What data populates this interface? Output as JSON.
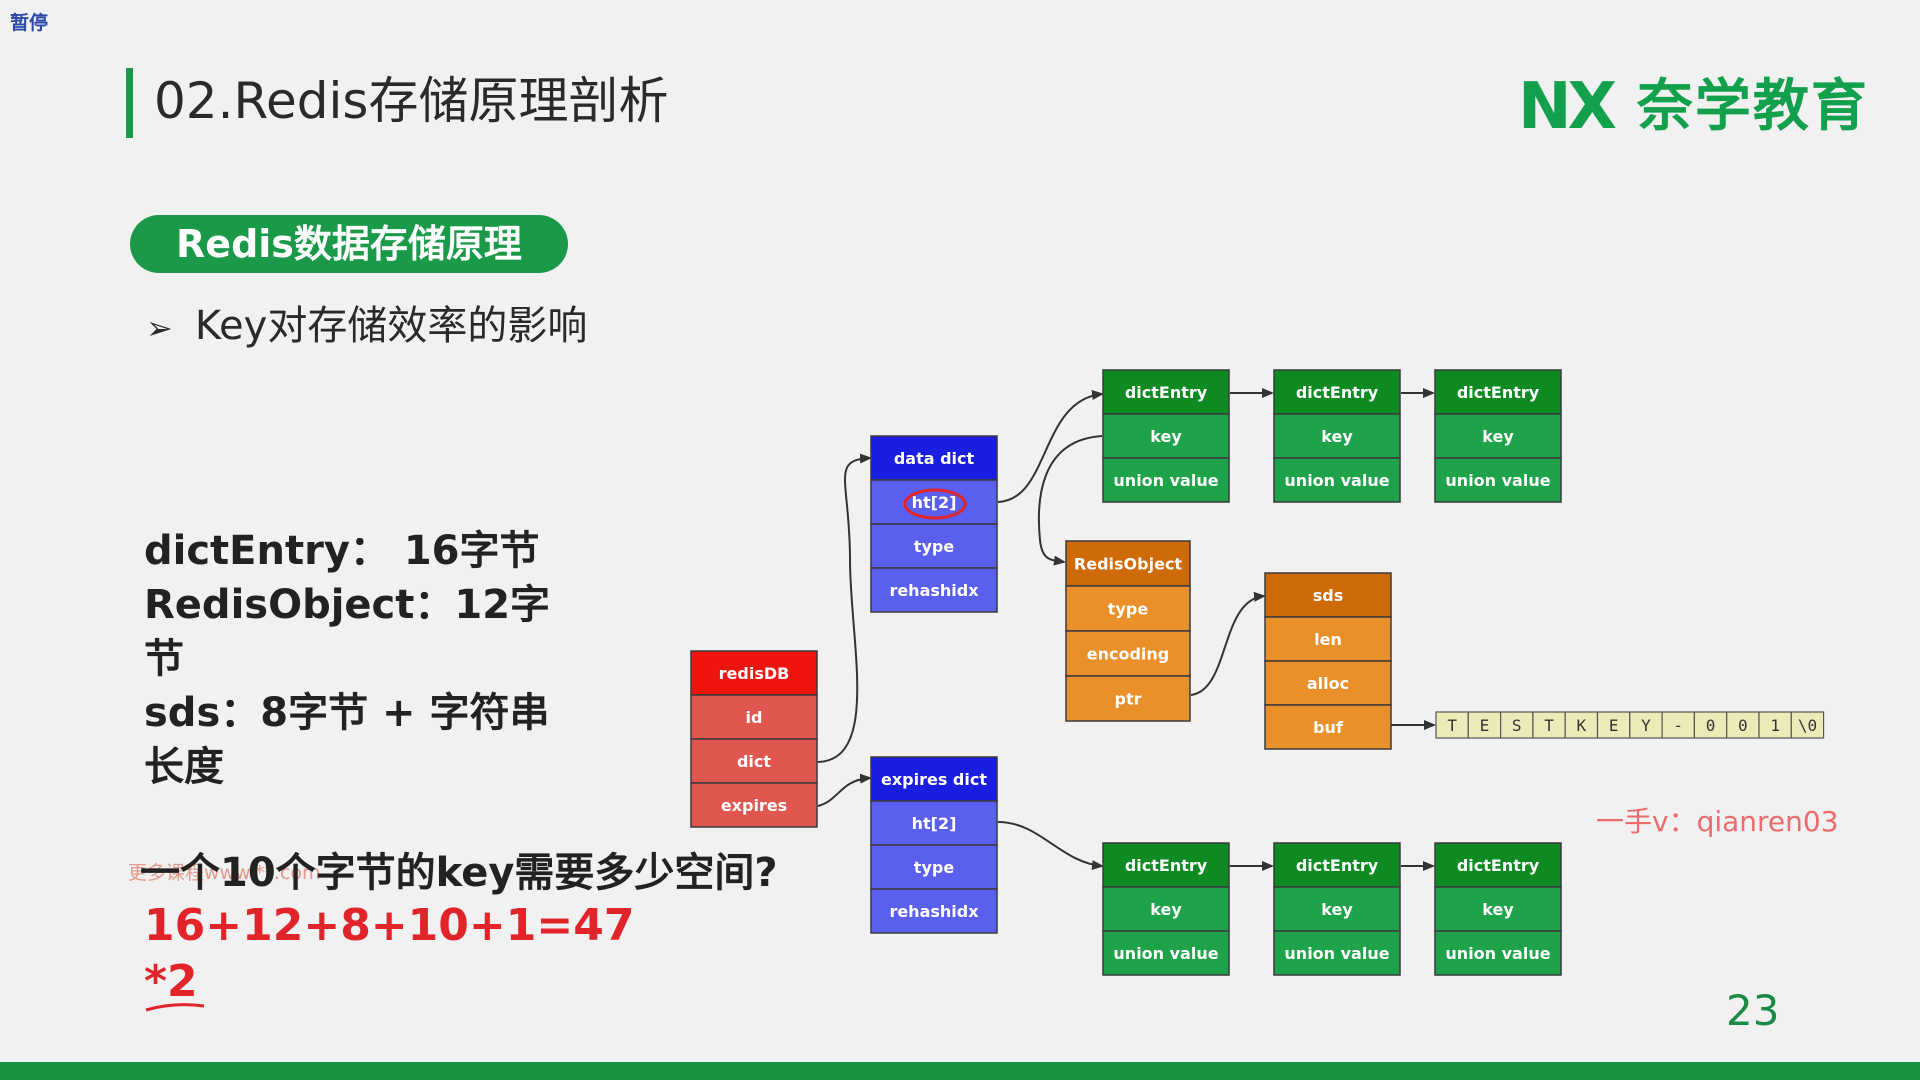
{
  "player": {
    "pause_label": "暂停"
  },
  "header": {
    "title": "02.Redis存储原理剖析",
    "logo_mark": "NX",
    "logo_text": "奈学教育",
    "brand_color": "#1a9a48"
  },
  "section": {
    "pill_label": "Redis数据存储原理",
    "bullet_text": "Key对存储效率的影响"
  },
  "sizes": {
    "line1": "dictEntry： 16字节",
    "line2": "RedisObject：12字节",
    "line3": "sds：8字节 + 字符串长度"
  },
  "question": {
    "text": "一个10个字节的key需要多少空间?",
    "answer": "16+12+8+10+1=47",
    "multiplier": "*2"
  },
  "watermarks": {
    "left": "更多课程www.**.com",
    "right": "一手v：qianren03"
  },
  "page_number": "23",
  "diagram": {
    "redisDB": {
      "header": "redisDB",
      "fields": [
        "id",
        "dict",
        "expires"
      ]
    },
    "data_dict": {
      "header": "data dict",
      "fields": [
        "ht[2]",
        "type",
        "rehashidx"
      ]
    },
    "expires_dict": {
      "header": "expires dict",
      "fields": [
        "ht[2]",
        "type",
        "rehashidx"
      ]
    },
    "dict_entry": {
      "header": "dictEntry",
      "fields": [
        "key",
        "union value"
      ]
    },
    "redis_object": {
      "header": "RedisObject",
      "fields": [
        "type",
        "encoding",
        "ptr"
      ]
    },
    "sds": {
      "header": "sds",
      "fields": [
        "len",
        "alloc",
        "buf"
      ]
    },
    "buf_chars": [
      "T",
      "E",
      "S",
      "T",
      "K",
      "E",
      "Y",
      "-",
      "0",
      "0",
      "1",
      "\\0"
    ],
    "colors": {
      "red_header": "#f0140f",
      "red_field": "#e0574f",
      "blue_header": "#1a1ee0",
      "blue_field": "#5a5ff0",
      "green_header": "#0e8a22",
      "green_field": "#1fa34a",
      "orange_header": "#cf6a08",
      "orange_field": "#e9902a",
      "buf_cell": "#ecebb8",
      "annotation": "#e0242a"
    }
  }
}
